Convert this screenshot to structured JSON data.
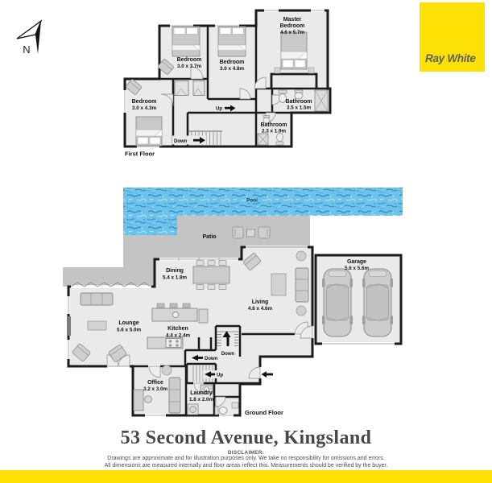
{
  "compass": {
    "n": "N"
  },
  "branding": {
    "agency": "Ray White",
    "logo_bg": "#FDE104",
    "logo_text_color": "#5B5F66"
  },
  "first_floor": {
    "floor_label": "First Floor",
    "master": {
      "l1": "Master",
      "l2": "Bedroom",
      "dims": "4.6 x 5.7m"
    },
    "bedroom_37": {
      "name": "Bedroom",
      "dims": "3.0 x 3.7m"
    },
    "bedroom_48": {
      "name": "Bedroom",
      "dims": "3.0 x 4.8m"
    },
    "bedroom_43": {
      "name": "Bedroom",
      "dims": "3.0 x 4.3m"
    },
    "bathroom_35": {
      "name": "Bathroom",
      "dims": "3.5 x 1.5m"
    },
    "bathroom_23": {
      "name": "Bathroom",
      "dims": "2.3 x 1.9m"
    },
    "up": "Up",
    "down": "Down"
  },
  "ground_floor": {
    "floor_label": "Ground Floor",
    "pool": "Pool",
    "patio": "Patio",
    "dining": {
      "name": "Dining",
      "dims": "5.4 x 1.8m"
    },
    "living": {
      "name": "Living",
      "dims": "4.6 x 4.6m"
    },
    "garage": {
      "name": "Garage",
      "dims": "5.6 x 5.6m"
    },
    "lounge": {
      "name": "Lounge",
      "dims": "5.6 x 5.0m"
    },
    "kitchen": {
      "name": "Kitchen",
      "dims": "4.4 x 2.4m"
    },
    "office": {
      "name": "Office",
      "dims": "3.2 x 3.0m"
    },
    "laundry": {
      "name": "Laundry",
      "dims": "1.8 x 2.0m"
    },
    "up": "Up",
    "down": "Down",
    "down_basement": "Down"
  },
  "footer": {
    "address": "53 Second Avenue, Kingsland",
    "disclaimer_heading": "DISCLAIMER:",
    "disclaimer_line1": "Drawings are approximate and for illustration purposes only. We take no responsibility for omissions and errors.",
    "disclaimer_line2": "All dimensions are measured internally and floor areas reflect this. Measurements should be verified by the buyer."
  },
  "colors": {
    "brand_yellow": "#FDE104",
    "wall": "#1b1b1b",
    "room_fill": "#EAEAEA",
    "patio_fill": "#C4C4C4",
    "pool_blue": "#6FC3EA"
  }
}
